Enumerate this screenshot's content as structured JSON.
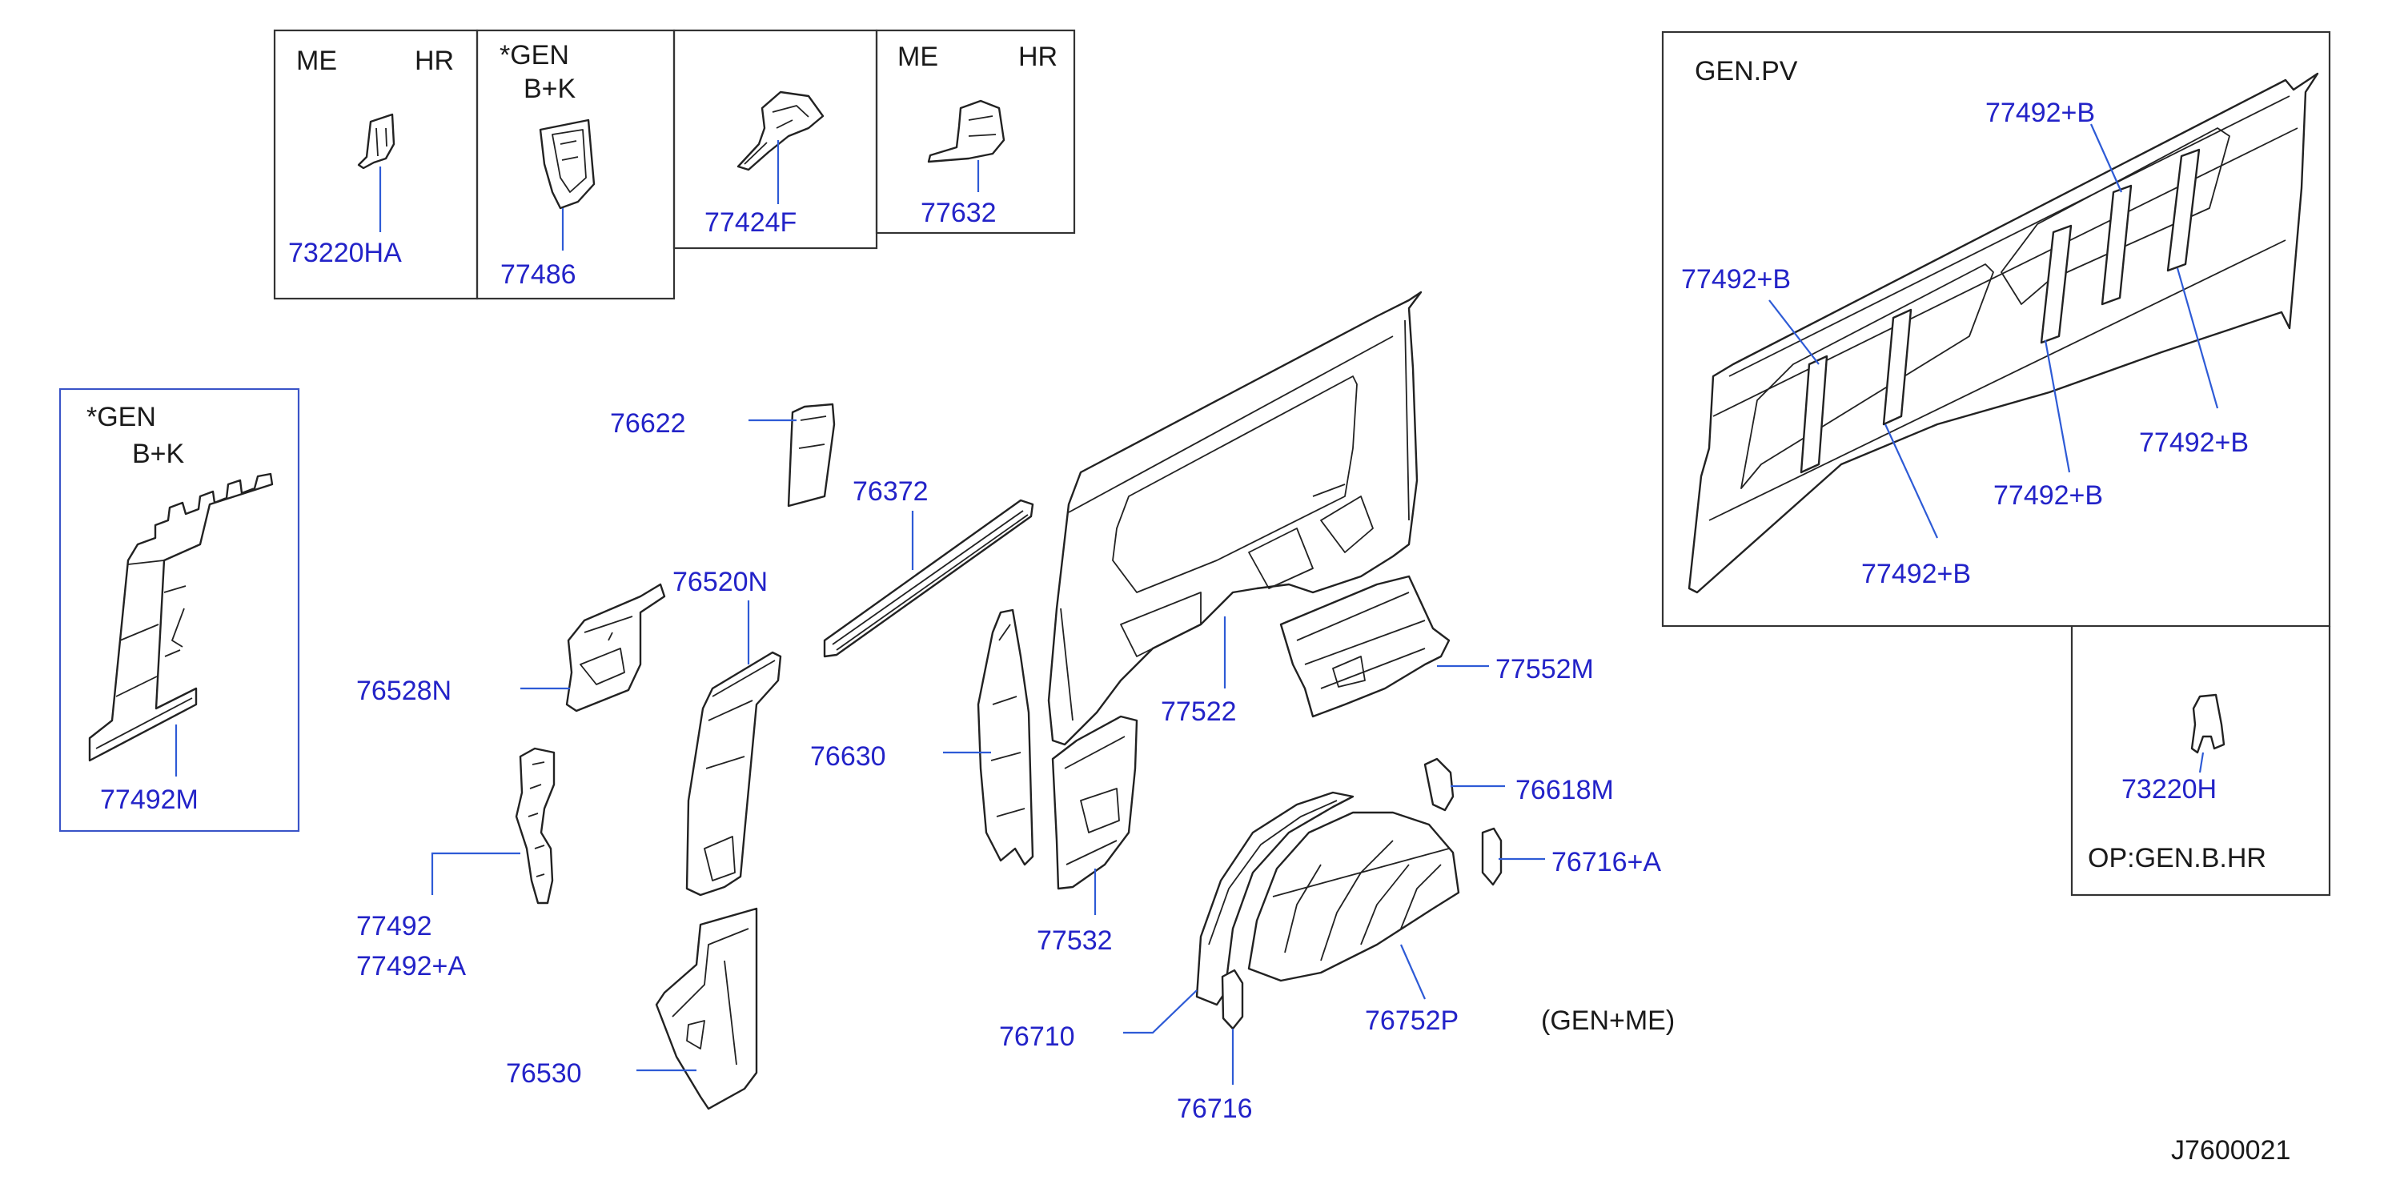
{
  "inset_top": {
    "box1": {
      "left_note": "ME",
      "right_note": "HR",
      "part": "73220HA"
    },
    "box2": {
      "note_line1": "*GEN",
      "note_line2": "B+K",
      "part": "77486"
    },
    "box3": {
      "part": "77424F"
    },
    "box4": {
      "left_note": "ME",
      "right_note": "HR",
      "part": "77632"
    }
  },
  "inset_left": {
    "note_line1": "*GEN",
    "note_line2": "B+K",
    "part": "77492M"
  },
  "inset_right": {
    "title": "GEN.PV",
    "parts": [
      "77492+B",
      "77492+B",
      "77492+B",
      "77492+B",
      "77492+B"
    ]
  },
  "inset_bottom_right": {
    "part": "73220H",
    "note": "OP:GEN.B.HR"
  },
  "main": {
    "p76622": "76622",
    "p76372": "76372",
    "p76520N": "76520N",
    "p76528N": "76528N",
    "p77492": "77492",
    "p77492A": "77492+A",
    "p76530": "76530",
    "p76630": "76630",
    "p77522": "77522",
    "p77552M": "77552M",
    "p77532": "77532",
    "p76618M": "76618M",
    "p76716A": "76716+A",
    "p76710": "76710",
    "p76752P": "76752P",
    "p76716": "76716",
    "variant_note": "(GEN+ME)"
  },
  "diagram_code": "J7600021"
}
